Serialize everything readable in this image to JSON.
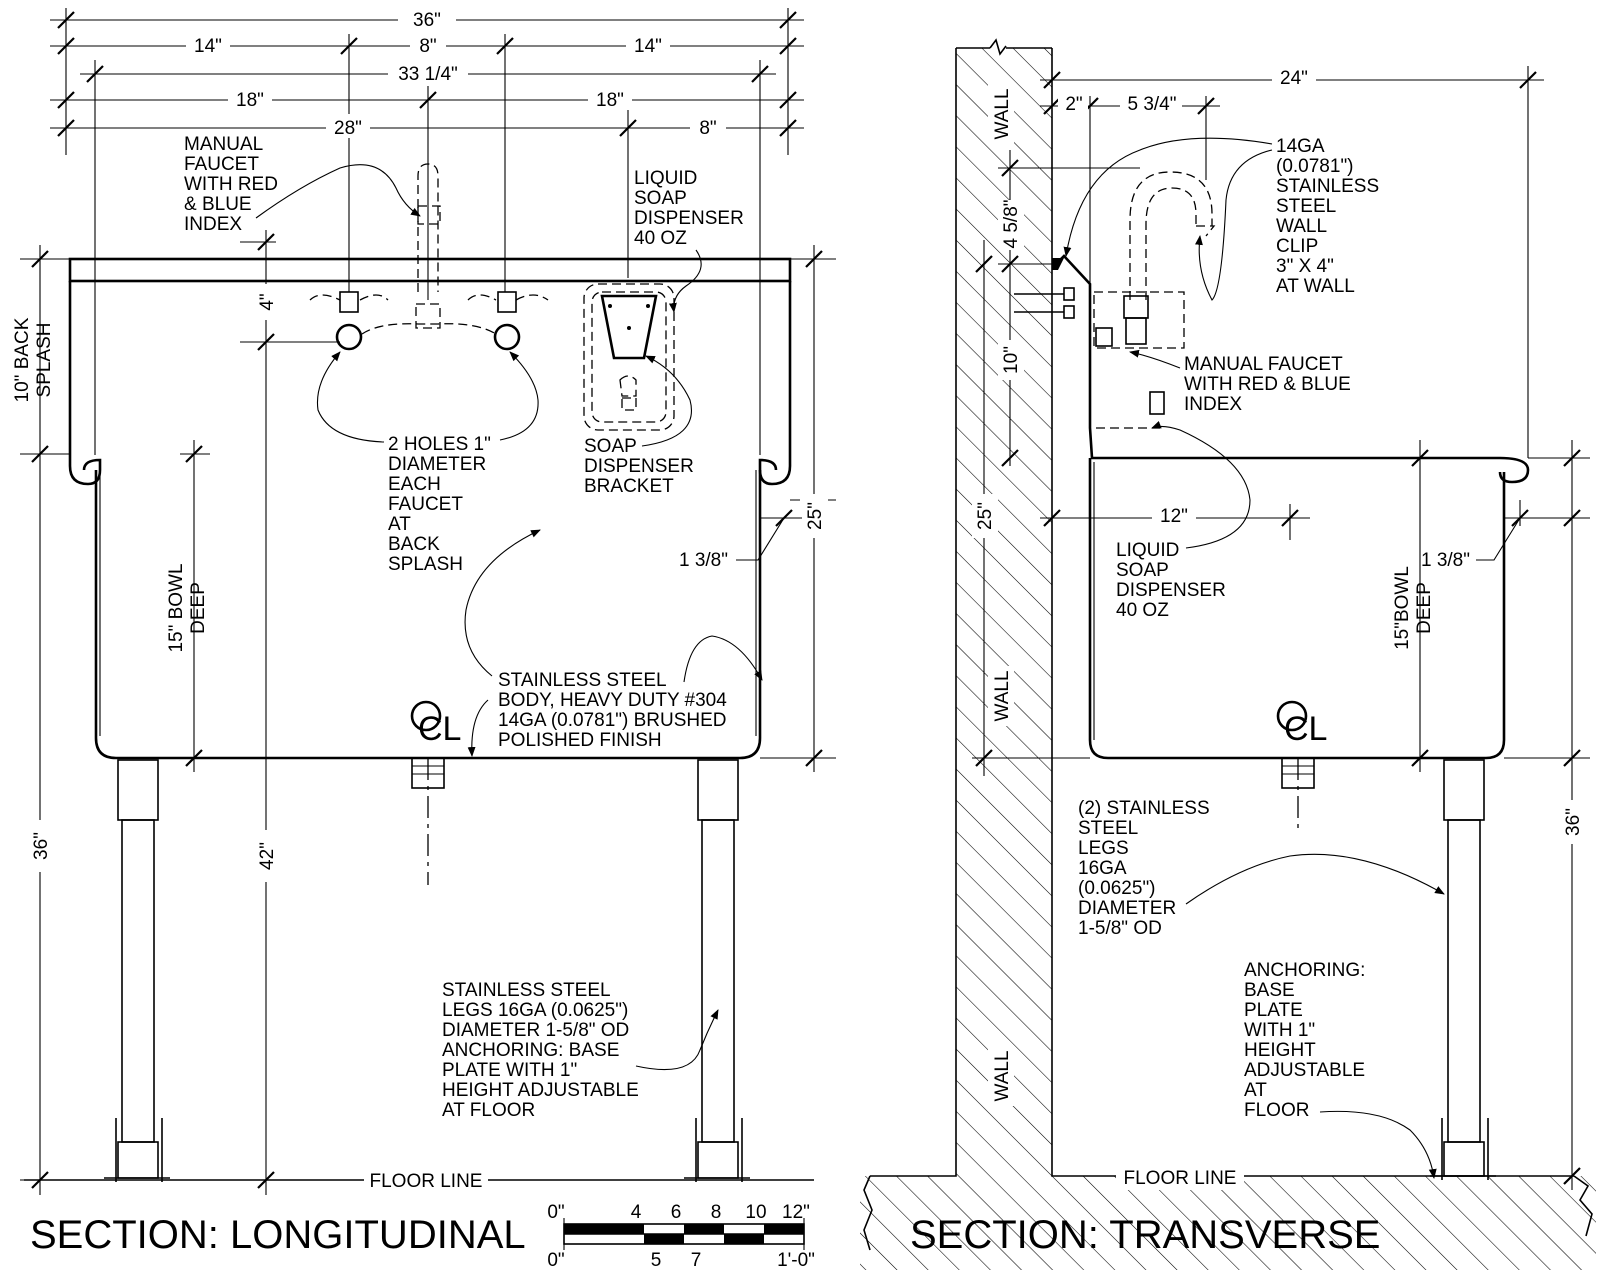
{
  "longitudinal": {
    "dims": {
      "overall": "36\"",
      "left_14": "14\"",
      "mid_8": "8\"",
      "right_14": "14\"",
      "bowl_width": "33 1/4\"",
      "left_18": "18\"",
      "right_18": "18\"",
      "soap_28": "28\"",
      "soap_8": "8\"",
      "backsplash_4": "4\"",
      "bowl_height_25": "25\"",
      "rim_1_3_8": "1 3/8\"",
      "height_36": "36\"",
      "height_42": "42\""
    },
    "labels": {
      "backsplash": [
        "10\" BACK",
        "SPLASH"
      ],
      "bowl_deep": [
        "15\" BOWL",
        "DEEP"
      ],
      "centerline": "CL",
      "floor_line": "FLOOR LINE"
    },
    "notes": {
      "faucet": [
        "MANUAL",
        "FAUCET",
        "WITH RED",
        "& BLUE",
        "INDEX"
      ],
      "soap": [
        "LIQUID",
        "SOAP",
        "DISPENSER",
        "40 OZ"
      ],
      "holes": [
        "2 HOLES 1\"",
        "DIAMETER",
        "EACH",
        "FAUCET",
        "AT",
        "BACK",
        "SPLASH"
      ],
      "bracket": [
        "SOAP",
        "DISPENSER",
        "BRACKET"
      ],
      "body": [
        "STAINLESS STEEL",
        "BODY, HEAVY DUTY #304",
        "14GA (0.0781\") BRUSHED",
        "POLISHED FINISH"
      ],
      "legs": [
        "STAINLESS STEEL",
        "LEGS 16GA (0.0625\")",
        "DIAMETER 1-5/8\" OD",
        "ANCHORING: BASE",
        "PLATE WITH 1\"",
        "HEIGHT ADJUSTABLE",
        "AT FLOOR"
      ]
    },
    "title": "SECTION: LONGITUDINAL"
  },
  "scale_bar": {
    "top_labels": [
      "0\"",
      "4",
      "6",
      "8",
      "10",
      "12\""
    ],
    "bottom_labels": [
      "0\"",
      "5",
      "7",
      "1'-0\""
    ]
  },
  "transverse": {
    "dims": {
      "depth_24": "24\"",
      "wall_2": "2\"",
      "faucet_5_3_4": "5 3/4\"",
      "spout_4_5_8": "4 5/8\"",
      "splash_10": "10\"",
      "bowl_12": "12\"",
      "rim_1_3_8": "1 3/8\"",
      "height_25": "25\"",
      "height_36": "36\""
    },
    "labels": {
      "wall_top": "WALL",
      "wall_mid": "WALL",
      "wall_bottom": "WALL",
      "bowl_deep": [
        "15\"BOWL",
        "DEEP"
      ],
      "centerline": "CL",
      "floor_line": "FLOOR LINE"
    },
    "notes": {
      "clip": [
        "14GA",
        "(0.0781\")",
        "STAINLESS",
        "STEEL",
        "WALL",
        "CLIP",
        "3\" X 4\"",
        "AT WALL"
      ],
      "faucet": [
        "MANUAL FAUCET",
        "WITH RED & BLUE",
        "INDEX"
      ],
      "soap": [
        "LIQUID",
        "SOAP",
        "DISPENSER",
        "40 OZ"
      ],
      "legs": [
        "(2) STAINLESS",
        "STEEL",
        "LEGS",
        "16GA",
        "(0.0625\")",
        "DIAMETER",
        "1-5/8\" OD"
      ],
      "anchoring": [
        "ANCHORING:",
        "BASE",
        "PLATE",
        "WITH 1\"",
        "HEIGHT",
        "ADJUSTABLE",
        "AT",
        "FLOOR"
      ]
    },
    "title": "SECTION: TRANSVERSE"
  }
}
